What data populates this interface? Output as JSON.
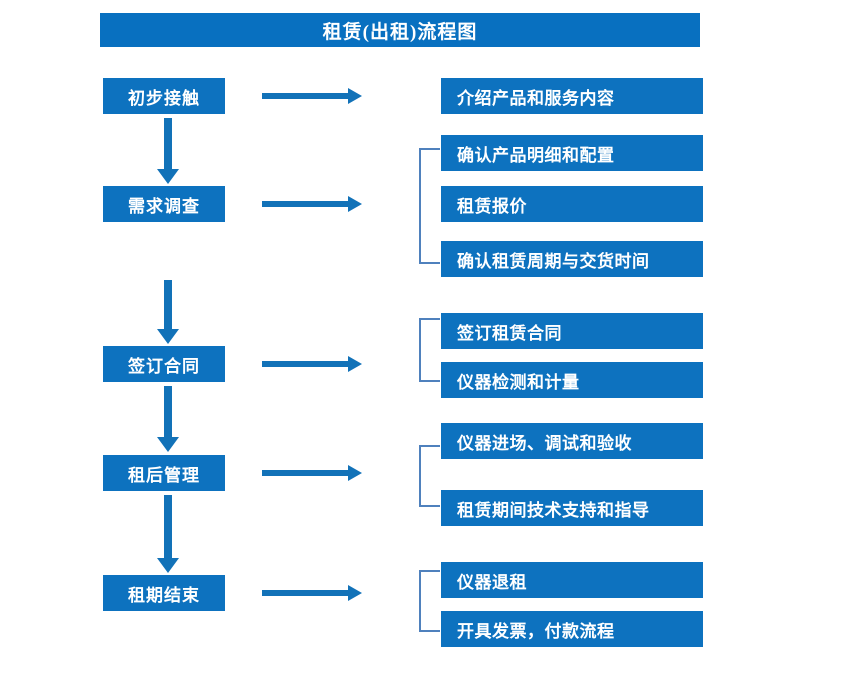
{
  "title": {
    "text": "租赁(出租)流程图"
  },
  "colors": {
    "box_blue": "#0d72bf",
    "title_blue": "#0870c0",
    "arrow_blue": "#1272b8",
    "bracket_blue": "#4f81bd",
    "text_white": "#ffffff",
    "background": "#ffffff"
  },
  "stages": [
    {
      "label": "初步接触"
    },
    {
      "label": "需求调查"
    },
    {
      "label": "签订合同"
    },
    {
      "label": "租后管理"
    },
    {
      "label": "租期结束"
    }
  ],
  "details": [
    {
      "label": "介绍产品和服务内容"
    },
    {
      "label": "确认产品明细和配置"
    },
    {
      "label": "租赁报价"
    },
    {
      "label": "确认租赁周期与交货时间"
    },
    {
      "label": "签订租赁合同"
    },
    {
      "label": "仪器检测和计量"
    },
    {
      "label": "仪器进场、调试和验收"
    },
    {
      "label": "租赁期间技术支持和指导"
    },
    {
      "label": "仪器退租"
    },
    {
      "label": "开具发票，付款流程"
    }
  ],
  "diagram_data": {
    "type": "flowchart",
    "orientation": "vertical-with-side-branches",
    "nodes": [
      {
        "stage": "初步接触",
        "outputs": [
          "介绍产品和服务内容"
        ]
      },
      {
        "stage": "需求调查",
        "outputs": [
          "确认产品明细和配置",
          "租赁报价",
          "确认租赁周期与交货时间"
        ]
      },
      {
        "stage": "签订合同",
        "outputs": [
          "签订租赁合同",
          "仪器检测和计量"
        ]
      },
      {
        "stage": "租后管理",
        "outputs": [
          "仪器进场、调试和验收",
          "租赁期间技术支持和指导"
        ]
      },
      {
        "stage": "租期结束",
        "outputs": [
          "仪器退租",
          "开具发票，付款流程"
        ]
      }
    ],
    "flow_sequence": [
      "初步接触",
      "需求调查",
      "签订合同",
      "租后管理",
      "租期结束"
    ],
    "connector_types": {
      "stage_to_stage": "vertical-down-arrow",
      "stage_to_details": "horizontal-right-arrow",
      "detail_grouping": "left-bracket"
    }
  }
}
